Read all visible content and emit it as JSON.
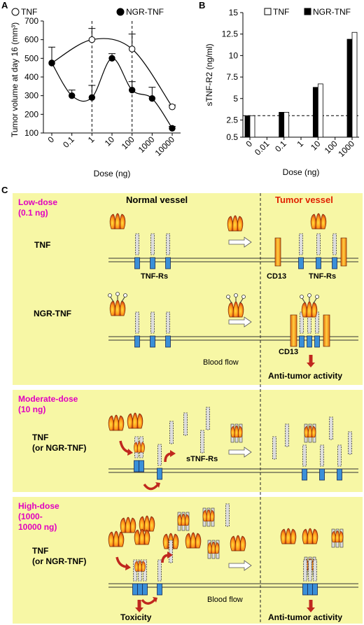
{
  "panels": {
    "a": "A",
    "b": "B",
    "c": "C"
  },
  "chart_data": [
    {
      "type": "line",
      "panel": "A",
      "ylabel": "Tumor volume at day 16 (mm³)",
      "xlabel": "Dose (ng)",
      "categories": [
        "0",
        "0.1",
        "1",
        "10",
        "100",
        "1000",
        "10000"
      ],
      "yticks": [
        "100",
        "200",
        "300",
        "400",
        "500",
        "600",
        "700"
      ],
      "ylim": [
        100,
        700
      ],
      "grid": false,
      "legend": "top",
      "dashed_x_lines_at": [
        "1",
        "100"
      ],
      "series": [
        {
          "name": "TNF",
          "marker": "open-circle",
          "x": [
            "0",
            "1",
            "100",
            "10000"
          ],
          "values": [
            475,
            600,
            550,
            240
          ],
          "errors": [
            0,
            60,
            80,
            10
          ]
        },
        {
          "name": "NGR-TNF",
          "marker": "filled-circle",
          "x": [
            "0",
            "0.1",
            "1",
            "10",
            "100",
            "1000",
            "10000"
          ],
          "values": [
            475,
            300,
            290,
            500,
            330,
            285,
            125
          ],
          "errors": [
            85,
            30,
            65,
            25,
            45,
            60,
            10
          ]
        }
      ]
    },
    {
      "type": "bar",
      "panel": "B",
      "ylabel": "sTNF-R2 (ng/ml)",
      "xlabel": "Dose (ng)",
      "categories": [
        "0",
        "0.01",
        "0.1",
        "1",
        "10",
        "100",
        "1000"
      ],
      "yticks": [
        "0.5",
        "2.5",
        "5",
        "7.5",
        "10",
        "12.5",
        "15"
      ],
      "ylim": [
        0.5,
        15
      ],
      "grid": false,
      "legend": "top",
      "reference_line": 3,
      "series": [
        {
          "name": "TNF",
          "fill": "white",
          "values": [
            3.0,
            null,
            3.4,
            null,
            6.7,
            null,
            12.7
          ]
        },
        {
          "name": "NGR-TNF",
          "fill": "black",
          "values": [
            3.0,
            null,
            3.4,
            null,
            6.3,
            null,
            11.9
          ]
        }
      ]
    }
  ],
  "diagram": {
    "normal_vessel": "Normal vessel",
    "tumor_vessel": "Tumor vessel",
    "low": {
      "title": "Low-dose\n(0.1 ng)",
      "tnf": "TNF",
      "ngr": "NGR-TNF",
      "cd13_a": "CD13",
      "tnfrs_a": "TNF-Rs",
      "tnfrs_b": "TNF-Rs",
      "cd13_b": "CD13",
      "blood_flow": "Blood flow",
      "outcome": "Anti-tumor activity"
    },
    "moderate": {
      "title": "Moderate-dose\n(10 ng)",
      "label": "TNF\n(or NGR-TNF)",
      "stnfrs": "sTNF-Rs"
    },
    "high": {
      "title": "High-dose\n(1000-\n10000 ng)",
      "label": "TNF\n(or NGR-TNF)",
      "blood_flow": "Blood flow",
      "toxicity": "Toxicity",
      "outcome": "Anti-tumor activity"
    }
  },
  "colors": {
    "box": "#f7f7a5",
    "magenta": "#e000c0",
    "red": "#e02000",
    "arrow": "#c0281e",
    "receptor": "#3a8fd8"
  }
}
